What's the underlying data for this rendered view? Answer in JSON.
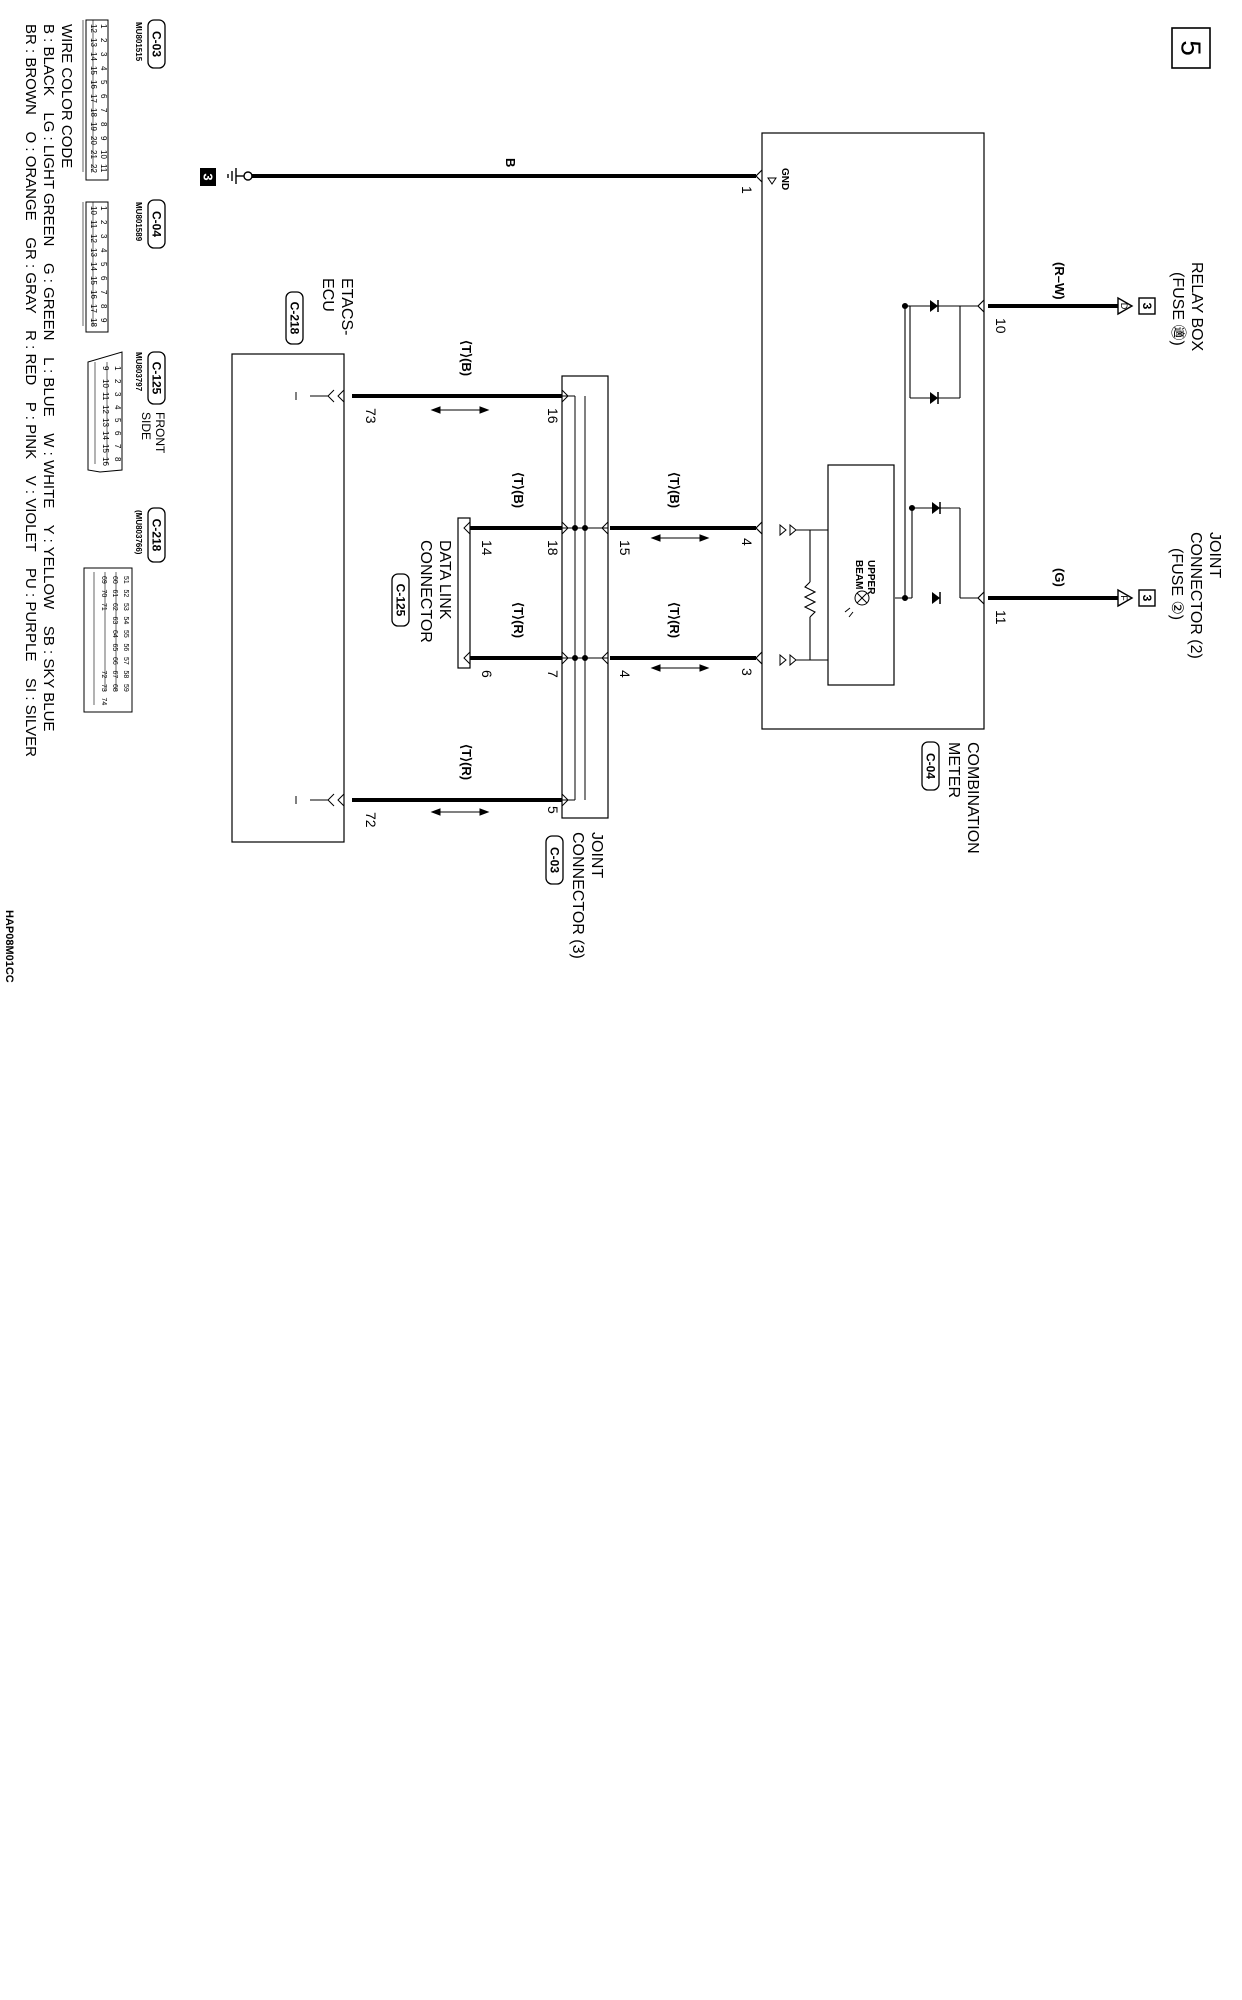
{
  "page_number": "5",
  "drawing_code": "HAP08M01CC",
  "components": {
    "relay_box": {
      "lines": [
        "RELAY BOX",
        "(FUSE ㊜)"
      ],
      "tag": "3",
      "port": "D"
    },
    "joint_connector_2": {
      "lines": [
        "JOINT",
        "CONNECTOR (2)",
        "(FUSE ②)"
      ],
      "tag": "3",
      "port": "F"
    },
    "combination_meter": {
      "lines": [
        "COMBINATION",
        "METER"
      ],
      "ref": "C-04",
      "gnd_label": "GND",
      "lamp_label": [
        "UPPER",
        "BEAM"
      ]
    },
    "joint_connector_3": {
      "lines": [
        "JOINT",
        "CONNECTOR (3)"
      ],
      "ref": "C-03"
    },
    "data_link_connector": {
      "lines": [
        "DATA LINK",
        "CONNECTOR"
      ],
      "ref": "C-125"
    },
    "etacs_ecu": {
      "lines": [
        "ETACS-",
        "ECU"
      ],
      "ref": "C-218"
    },
    "ground_tag": "3"
  },
  "wires": {
    "ground_wire": "B",
    "relay_wire": "(R–W)",
    "joint2_wire": "(G)",
    "t_b": "⟨T⟩(B)",
    "t_r": "⟨T⟩(R)"
  },
  "pins": {
    "gnd": "1",
    "relay": "10",
    "joint2": "11",
    "meter_b": "4",
    "meter_r": "3",
    "jc_15": "15",
    "jc_4": "4",
    "jc_18": "18",
    "jc_7": "7",
    "jc_16": "16",
    "jc_5": "5",
    "dlc_14": "14",
    "dlc_6": "6",
    "ecu_73": "73",
    "ecu_72": "72"
  },
  "connector_views": [
    {
      "id": "C-03",
      "part": "MU801515",
      "rows": [
        [
          "1",
          "2",
          "3",
          "4",
          "5",
          "6",
          "7",
          "8",
          "9",
          "10",
          "11"
        ],
        [
          "12",
          "13",
          "14",
          "15",
          "16",
          "17",
          "18",
          "19",
          "20",
          "21",
          "22"
        ]
      ]
    },
    {
      "id": "C-04",
      "part": "MU801589",
      "rows": [
        [
          "1",
          "2",
          "3",
          "4",
          "5",
          "6",
          "7",
          "8",
          "9"
        ],
        [
          "10",
          "11",
          "12",
          "13",
          "14",
          "15",
          "16",
          "17",
          "18"
        ]
      ]
    },
    {
      "id": "C-125",
      "part": "MU803797",
      "side": [
        "FRONT",
        "SIDE"
      ],
      "rows": [
        [
          "1",
          "2",
          "3",
          "4",
          "5",
          "6",
          "7",
          "8"
        ],
        [
          "9",
          "10",
          "11",
          "12",
          "13",
          "14",
          "15",
          "16"
        ]
      ]
    },
    {
      "id": "C-218",
      "part": "(MU803766)",
      "rows": [
        [
          "51",
          "52",
          "53",
          "54",
          "55",
          "56",
          "57",
          "58",
          "59"
        ],
        [
          "60",
          "61",
          "62",
          "63",
          "64",
          "65",
          "66",
          "67",
          "68"
        ],
        [
          "69",
          "70",
          "71",
          "",
          "",
          "",
          "",
          "72",
          "73",
          "74"
        ]
      ]
    }
  ],
  "wire_color_code": {
    "title": "WIRE COLOR CODE",
    "lines": [
      "B : BLACK    LG : LIGHT GREEN    G : GREEN    L : BLUE    W : WHITE    Y : YELLOW    SB : SKY BLUE",
      "BR : BROWN    O : ORANGE    GR : GRAY    R : RED    P : PINK    V : VIOLET    PU : PURPLE    SI : SILVER"
    ]
  }
}
